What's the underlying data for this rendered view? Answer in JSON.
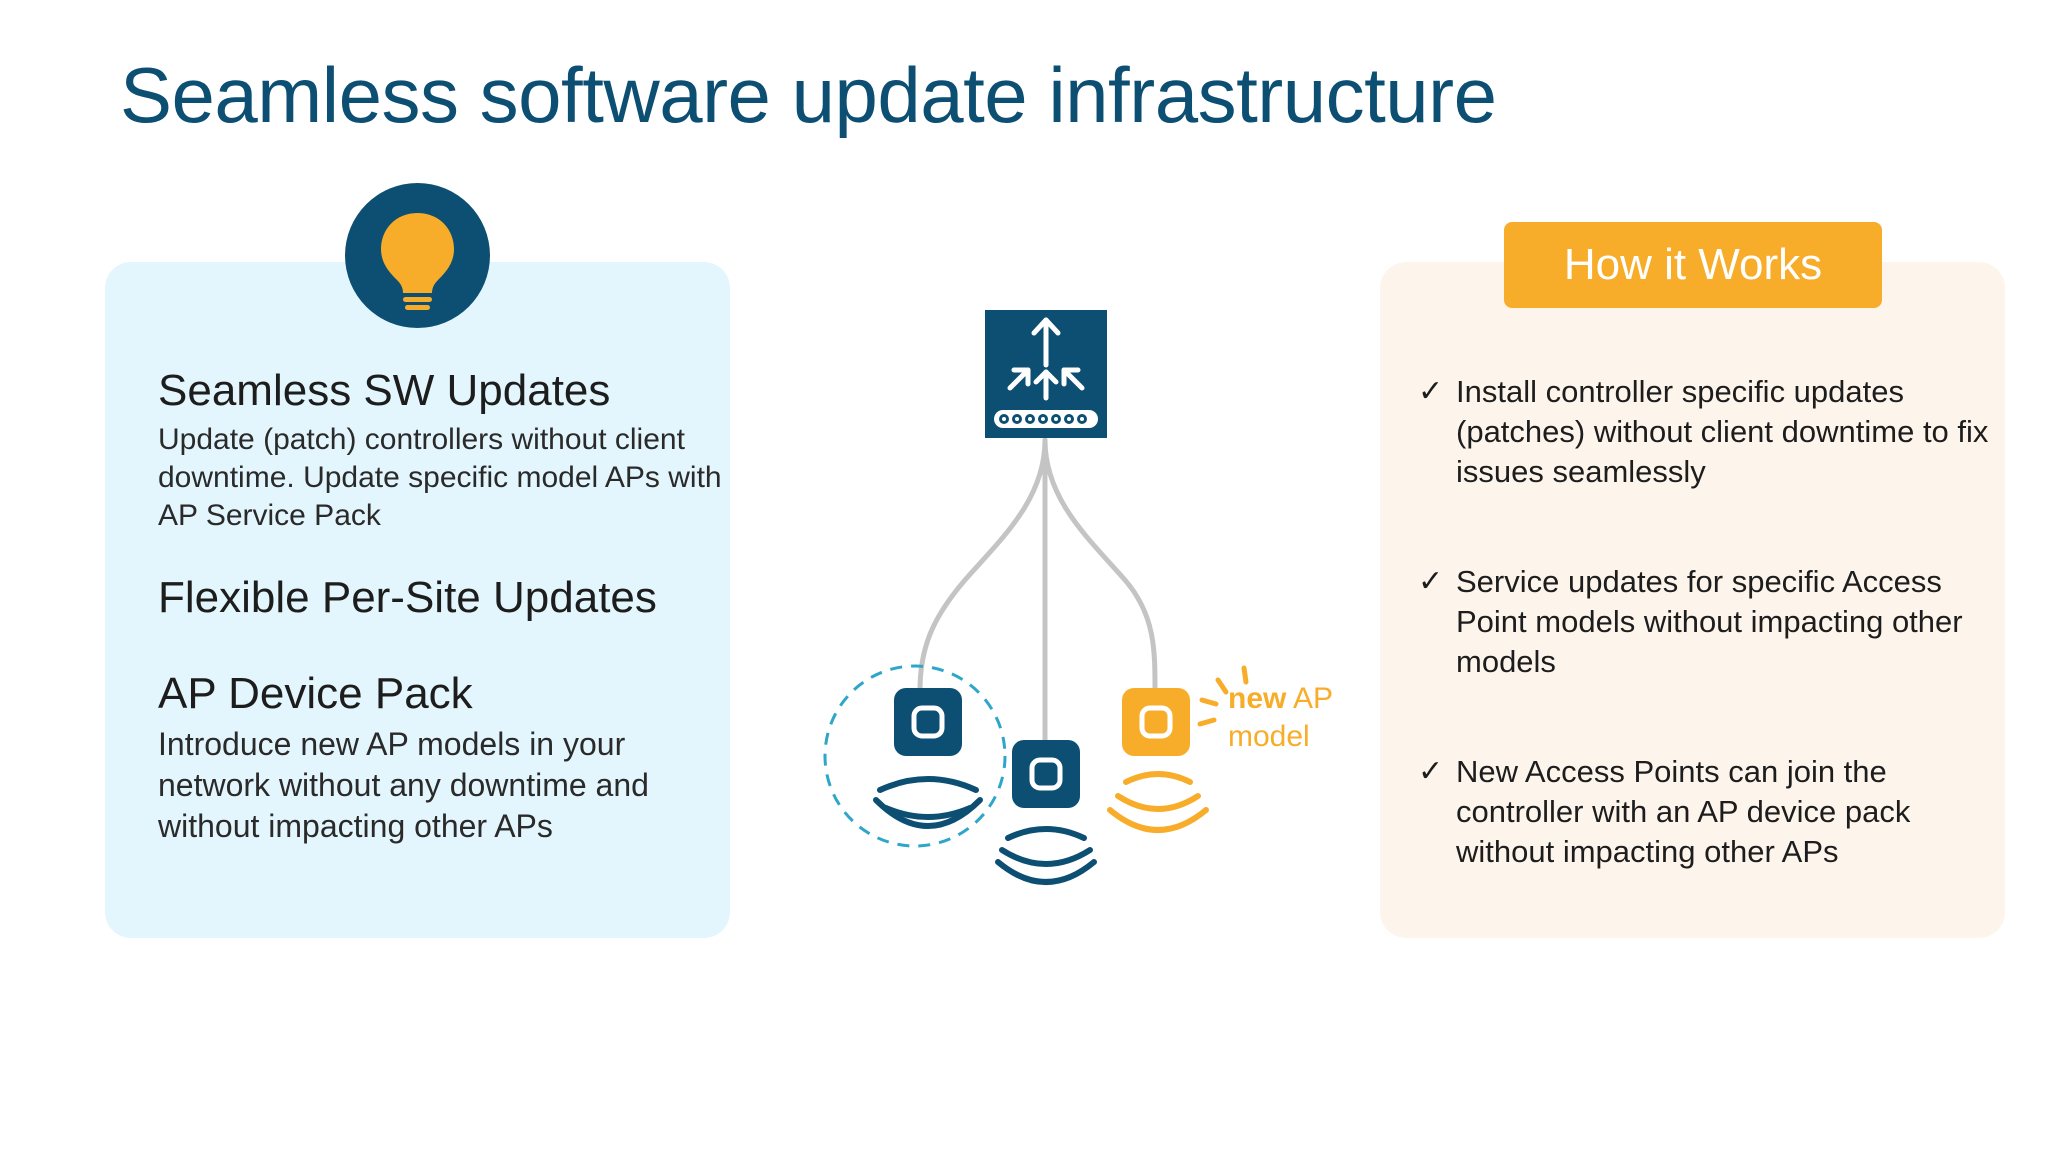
{
  "title": "Seamless software update infrastructure",
  "left_panel": {
    "features": [
      {
        "heading": "Seamless SW Updates",
        "body": "Update (patch) controllers without client downtime. Update specific model APs with AP Service Pack"
      },
      {
        "heading": "Flexible Per-Site Updates",
        "body": ""
      },
      {
        "heading": "AP Device Pack",
        "body": "Introduce new AP models in your network without any downtime and without impacting other APs"
      }
    ]
  },
  "diagram": {
    "new_ap_label_strong": "new",
    "new_ap_label_rest": " AP",
    "new_ap_label_line2": "model"
  },
  "right_panel": {
    "badge": "How it Works",
    "check_glyph": "✓",
    "items": [
      "Install controller specific updates (patches) without client downtime to fix issues seamlessly",
      "Service updates for specific Access Point models without impacting other models",
      "New Access Points can join the controller with an AP device pack without impacting other APs"
    ]
  },
  "colors": {
    "navy": "#0d4f73",
    "orange": "#f8ad2a",
    "left_panel_bg": "#e3f6fd",
    "right_panel_bg": "#fdf5ec",
    "dashed_circle": "#2ea6c9",
    "link_gray": "#c4c4c4"
  },
  "icons": {
    "bulb": "lightbulb-icon",
    "controller": "wireless-controller-icon",
    "ap": "access-point-icon",
    "wifi": "wifi-signal-icon",
    "check": "checkmark-icon"
  }
}
